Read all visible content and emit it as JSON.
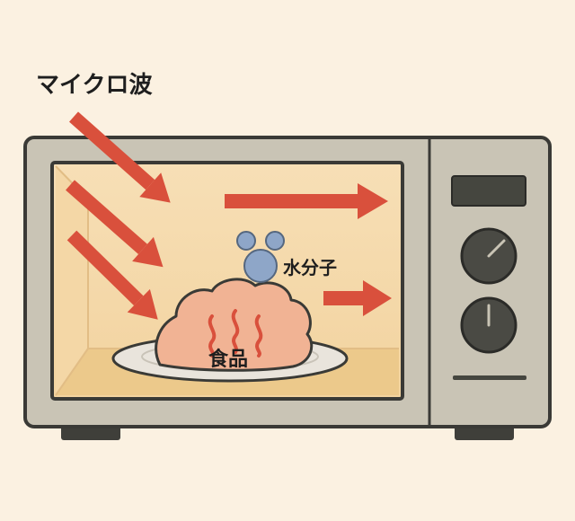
{
  "labels": {
    "microwave": "マイクロ波",
    "water_molecule": "水分子",
    "food": "食品"
  },
  "colors": {
    "background": "#fbf1e1",
    "oven_body": "#c9c4b5",
    "outline": "#3a3a36",
    "cavity": "#f6dcb0",
    "cavity_floor": "#ecc98b",
    "arrow": "#d9503c",
    "food": "#f1b394",
    "heat_lines": "#d9503c",
    "plate": "#e9e4dc",
    "molecule": "#8ea6c8",
    "display": "#45463f"
  },
  "icons": [
    "heat-waves-icon",
    "water-molecule-icon",
    "dial-icon"
  ]
}
